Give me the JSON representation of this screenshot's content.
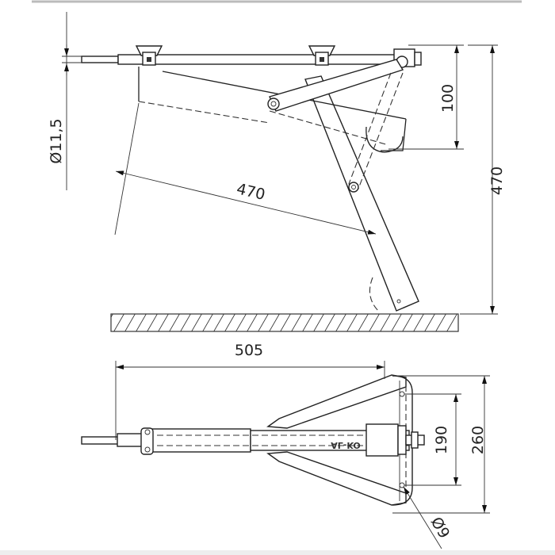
{
  "drawing": {
    "side_view": {
      "dim_rod_diameter": "Ø11,5",
      "dim_pivot_offset": "100",
      "dim_height": "470",
      "dim_leg_length": "470"
    },
    "top_view": {
      "dim_length": "505",
      "dim_hole_spacing": "190",
      "dim_foot_width": "260",
      "dim_hole_diameter": "Ø9",
      "logo_text": "AL-KO"
    },
    "colors": {
      "line": "#222222",
      "frame": "#bbbbbb",
      "background": "#ffffff"
    }
  }
}
